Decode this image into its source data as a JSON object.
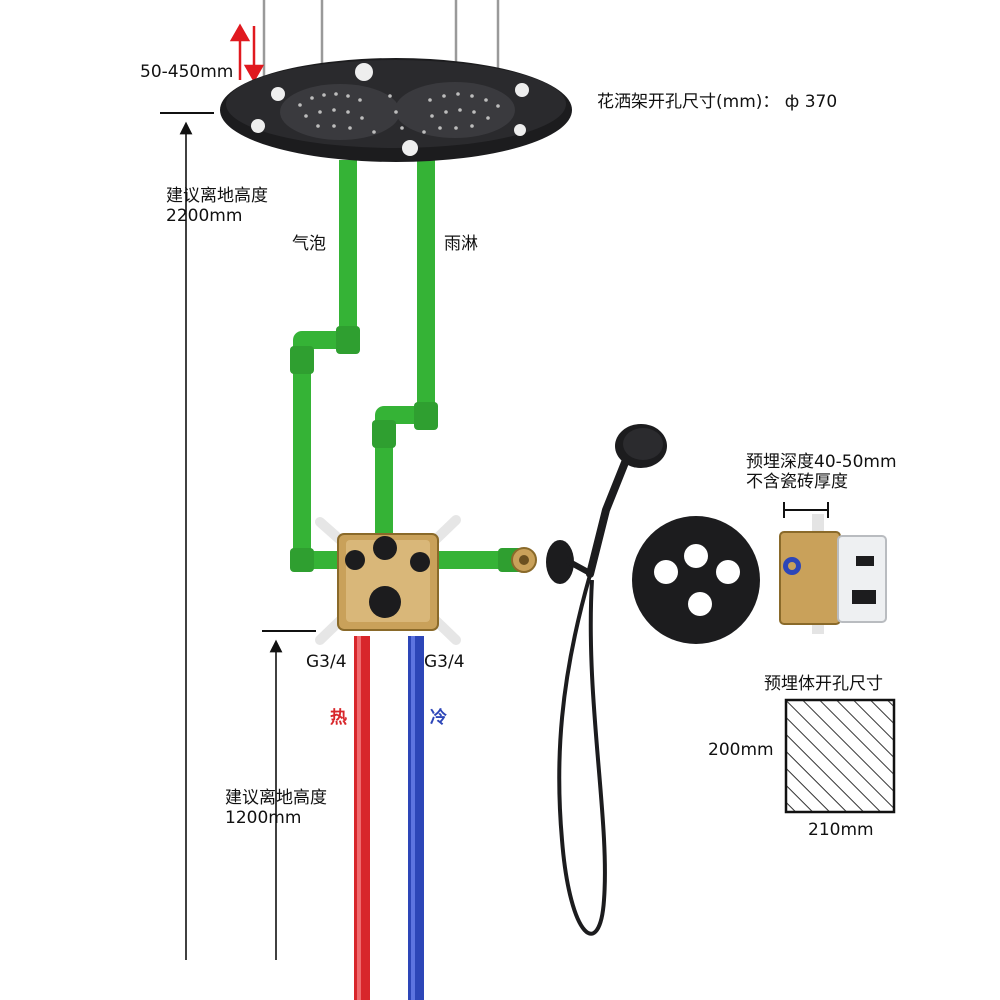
{
  "labels": {
    "adjust_range": "50-450mm",
    "ceiling_hole": "花洒架开孔尺寸(mm)：  ф 370",
    "height_top": {
      "line1": "建议离地高度",
      "line2": "2200mm"
    },
    "bubble": "气泡",
    "rain": "雨淋",
    "embed_depth": {
      "line1": "预埋深度40-50mm",
      "line2": "不含瓷砖厚度"
    },
    "inlet_left": "G3/4",
    "inlet_right": "G3/4",
    "hot": "热",
    "cold": "冷",
    "box_hole_title": "预埋体开孔尺寸",
    "hole_height": "200mm",
    "hole_width": "210mm",
    "height_bottom": {
      "line1": "建议离地高度",
      "line2": "1200mm"
    }
  },
  "colors": {
    "pipe_green": "#35b336",
    "hot_red": "#d8262b",
    "cold_blue": "#2d46b8",
    "fixture_black": "#1c1c1e",
    "brass": "#c9a15a",
    "arrow_red": "#e0191f"
  }
}
